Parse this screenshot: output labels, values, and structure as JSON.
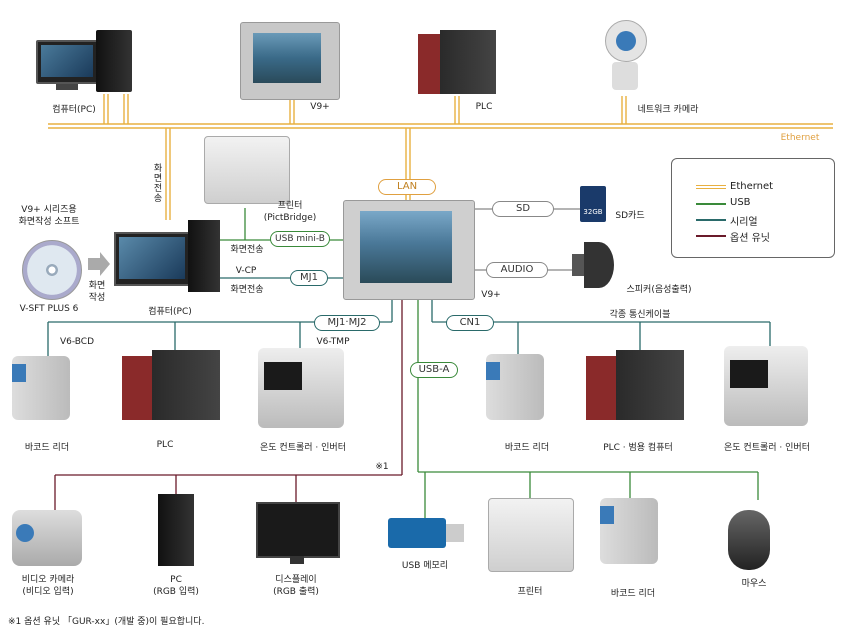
{
  "labels": {
    "pc_top": "컴퓨터(PC)",
    "v9_top": "V9+",
    "plc_top": "PLC",
    "netcam": "네트워크 카메라",
    "ethernet": "Ethernet",
    "screen_transfer_v": "화면전송",
    "sw_title": "V9+ 시리즈용\n화면작성 소프트",
    "sw_name": "V-SFT PLUS 6",
    "screen_create": "화면\n작성",
    "pc_mid": "컴퓨터(PC)",
    "printer_top": "프린터\n(PictBridge)",
    "screen_transfer_1": "화면전송",
    "vcp": "V-CP",
    "screen_transfer_2": "화면전송",
    "lan": "LAN",
    "sd": "SD",
    "sd_card": "SD카드",
    "audio": "AUDIO",
    "speaker": "스피커(음성출력)",
    "v9_center": "V9+",
    "usb_mini": "USB mini-B",
    "mj1": "MJ1",
    "mj12": "MJ1·MJ2",
    "cn1": "CN1",
    "usb_a": "USB-A",
    "cables": "각종 통신케이블",
    "v6bcd": "V6-BCD",
    "v6tmp": "V6-TMP",
    "barcode_l": "바코드 리더",
    "plc_l": "PLC",
    "temp_l": "온도 컨트롤러 · 인버터",
    "barcode_r": "바코드 리더",
    "plc_r": "PLC · 범용 컴퓨터",
    "temp_r": "온도 컨트롤러 · 인버터",
    "note_mark": "※1",
    "video_cam": "비디오 카메라\n(비디오 입력)",
    "pc_rgb": "PC\n(RGB 입력)",
    "display": "디스플레이\n(RGB 출력)",
    "usb_mem": "USB 메모리",
    "printer_b": "프린터",
    "barcode_b": "바코드 리더",
    "mouse": "마우스",
    "footnote": "※1 옵션 유닛 「GUR-xx」(개발 중)이 필요합니다.",
    "sd_chip": "32GB"
  },
  "legend": {
    "ethernet": "Ethernet",
    "usb": "USB",
    "serial": "시리얼",
    "option": "옵션 유닛"
  },
  "colors": {
    "ethernet": "#e8b040",
    "usb": "#3a8a3a",
    "serial": "#2a6a6a",
    "option": "#6a1a2a"
  }
}
